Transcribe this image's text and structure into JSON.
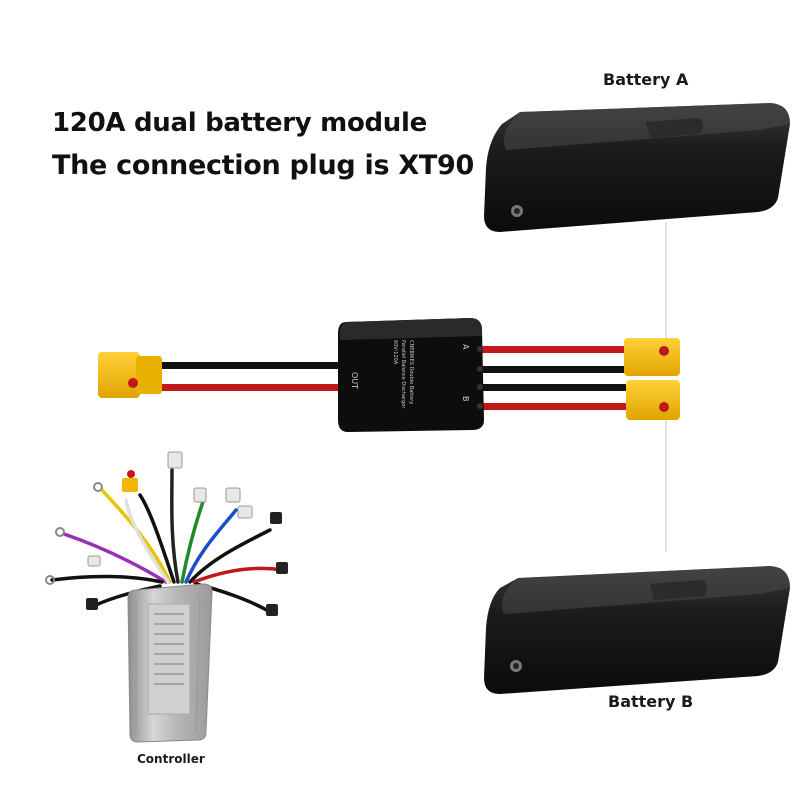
{
  "headline": {
    "line1": "120A dual battery module",
    "line2": "The connection plug is XT90"
  },
  "labels": {
    "battery_a": "Battery A",
    "battery_b": "Battery B",
    "controller": "Controller"
  },
  "module": {
    "out_label": "OUT",
    "port_a_label": "A",
    "port_b_label": "B"
  },
  "colors": {
    "background": "#ffffff",
    "text": "#111111",
    "battery_body": "#1a1a1a",
    "module_body": "#0d0d0d",
    "xt90_connector": "#f2b705",
    "wire_red": "#c0181b",
    "wire_black": "#111111",
    "controller_body": "#b9b9b9"
  }
}
